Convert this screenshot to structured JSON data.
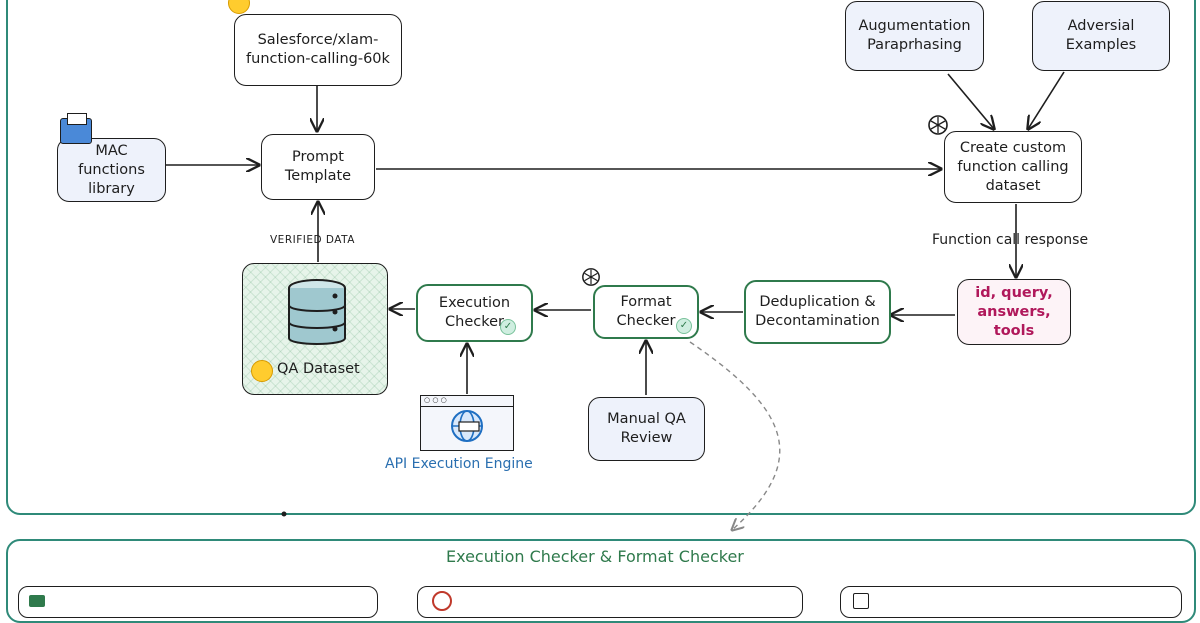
{
  "nodes": {
    "salesforce": "Salesforce/xlam-\nfunction-calling-60k",
    "mac": "MAC\nfunctions\nlibrary",
    "prompt": "Prompt\nTemplate",
    "augmentation": "Augumentation\nParaprhasing",
    "adversarial": "Adversial\nExamples",
    "custom_dataset": "Create custom\nfunction calling\ndataset",
    "fields": "id, query,\nanswers,\ntools",
    "dedup": "Deduplication &\nDecontamination",
    "format_checker": "Format\nChecker",
    "execution_checker": "Execution\nChecker",
    "qa_dataset": "QA Dataset",
    "manual_review": "Manual QA\nReview"
  },
  "labels": {
    "verified": "VERIFIED DATA",
    "function_call": "Function call response",
    "api_engine": "API Execution Engine"
  },
  "bottom": {
    "title": "Execution Checker & Format Checker"
  },
  "colors": {
    "frame": "#2f8a79",
    "green_border": "#2f7a4c",
    "pink_text": "#b0185b",
    "blue_text": "#2a6fb0"
  }
}
